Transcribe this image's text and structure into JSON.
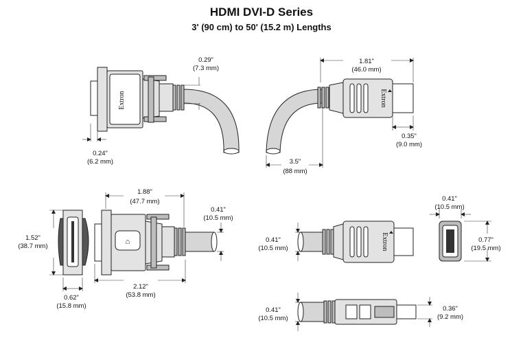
{
  "header": {
    "title": "HDMI DVI-D Series",
    "subtitle": "3' (90 cm) to 50' (15.2 m) Lengths"
  },
  "brand": "Extron",
  "dimensions": {
    "dvi_top_cable": [
      "0.29\"",
      "(7.3 mm)"
    ],
    "dvi_top_flange": [
      "0.24\"",
      "(6.2 mm)"
    ],
    "hdmi_top_length": [
      "1.81\"",
      "(46.0 mm)"
    ],
    "hdmi_top_plug": [
      "0.35\"",
      "(9.0 mm)"
    ],
    "bend_radius": [
      "3.5\"",
      "(88 mm)"
    ],
    "dvi_face_height": [
      "1.52\"",
      "(38.7 mm)"
    ],
    "dvi_face_depth": [
      "0.62\"",
      "(15.8 mm)"
    ],
    "dvi_side_body": [
      "1.88\"",
      "(47.7 mm)"
    ],
    "dvi_side_cable": [
      "0.41\"",
      "(10.5 mm)"
    ],
    "dvi_side_total": [
      "2.12\"",
      "(53.8 mm)"
    ],
    "hdmi_side_height": [
      "0.41\"",
      "(10.5 mm)"
    ],
    "hdmi_face_width": [
      "0.41\"",
      "(10.5 mm)"
    ],
    "hdmi_face_height": [
      "0.77\"",
      "(19.5 mm)"
    ],
    "hdmi_bottom_cable": [
      "0.41\"",
      "(10.5 mm)"
    ],
    "hdmi_bottom_plug": [
      "0.36\"",
      "(9.2 mm)"
    ]
  }
}
